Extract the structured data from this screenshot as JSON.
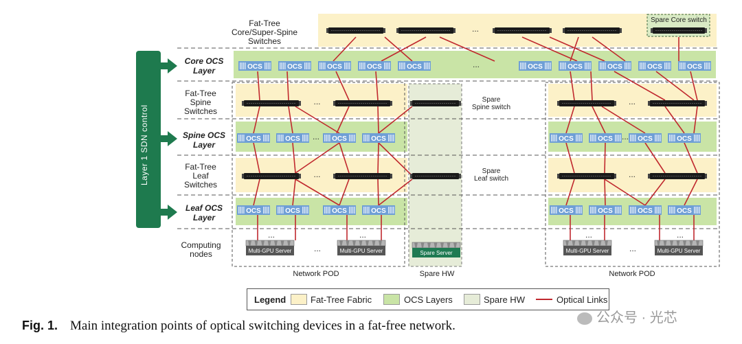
{
  "labels": {
    "core_switches": "Fat-Tree\nCore/Super-Spine\nSwitches",
    "core_ocs": "Core OCS\nLayer",
    "spine_switches": "Fat-Tree\nSpine\nSwitches",
    "spine_ocs": "Spine OCS\nLayer",
    "leaf_switches": "Fat-Tree\nLeaf\nSwitches",
    "leaf_ocs": "Leaf OCS\nLayer",
    "computing_nodes": "Computing\nnodes",
    "sdn_control": "Layer 1 SDN control",
    "spare_core_switch": "Spare Core switch",
    "spare_spine_switch": "Spare\nSpine switch",
    "spare_leaf_switch": "Spare\nLeaf switch",
    "spare_server": "Spare Server",
    "multi_gpu_server": "Multi-GPU Server",
    "ocs": "OCS",
    "ellipsis": "...",
    "network_pod_left": "Network POD",
    "spare_hw": "Spare HW",
    "network_pod_right": "Network POD"
  },
  "legend": {
    "title": "Legend",
    "fat_tree_fabric": "Fat-Tree Fabric",
    "ocs_layers": "OCS Layers",
    "spare_hw": "Spare HW",
    "optical_links": "Optical Links"
  },
  "caption": {
    "label": "Fig. 1.",
    "text": "Main integration points of optical switching devices in a fat-free network."
  },
  "watermark": "公众号 · 光芯",
  "colors": {
    "fat_tree_fabric": "#fcf1c8",
    "ocs_layers": "#c9e4a6",
    "spare_hw": "#e6ecd8",
    "optical_link": "#c0282e",
    "sdn_control": "#1e7a4e",
    "ocs_block": "#6f9fd6"
  },
  "icons": {
    "switch": "rack-switch-icon",
    "server": "multi-gpu-server-icon",
    "ocs": "optical-circuit-switch-icon",
    "arrow": "right-arrow-icon"
  }
}
